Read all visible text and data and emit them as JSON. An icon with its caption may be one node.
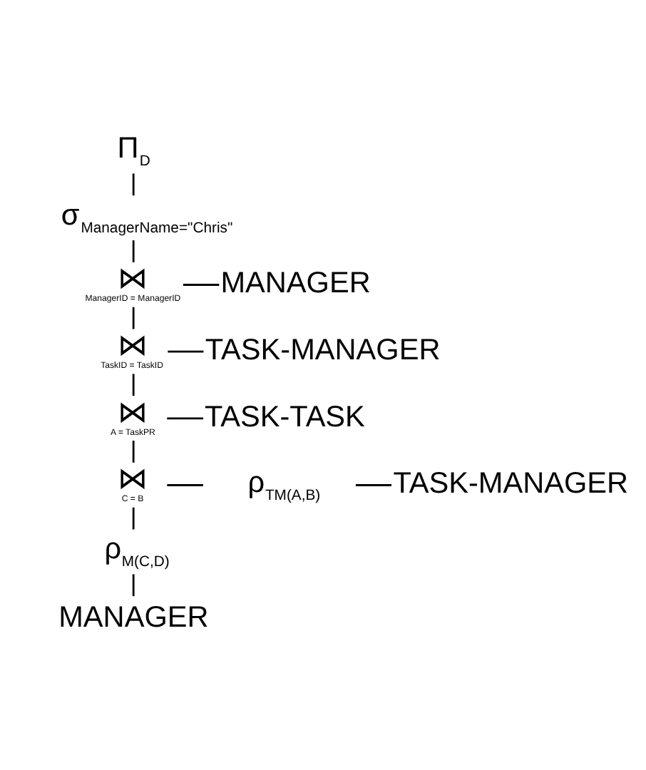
{
  "diagram": {
    "nodes": [
      {
        "text": [
          "Π$_{D}$"
        ]
      },
      {
        "text": [
          "σ$_{ManagerName=\"Chris\"}$"
        ]
      },
      {
        "text": [
          "⋈",
          "ManagerID = ManagerID"
        ]
      },
      {
        "text": [
          "MANAGER"
        ]
      },
      {
        "text": [
          "⋈",
          "TaskID = TaskID"
        ]
      },
      {
        "text": [
          "TASK-MANAGER"
        ]
      },
      {
        "text": [
          "⋈",
          "A = TaskPR"
        ]
      },
      {
        "text": [
          "TASK-TASK"
        ]
      },
      {
        "text": [
          "⋈",
          "C = B"
        ]
      },
      {
        "text": [
          "ρ$_{TM(A,B)}$"
        ]
      },
      {
        "text": [
          "TASK-MANAGER"
        ]
      },
      {
        "text": [
          "ρ$_{M(C,D)}$"
        ]
      },
      {
        "text": [
          "MANAGER"
        ]
      }
    ],
    "edges": [
      {
        "from": 0,
        "to": 1,
        "arrow": "none"
      },
      {
        "from": 1,
        "to": 2,
        "arrow": "none"
      },
      {
        "from": 2,
        "to": 3,
        "arrow": "none"
      },
      {
        "from": 2,
        "to": 4,
        "arrow": "none"
      },
      {
        "from": 4,
        "to": 5,
        "arrow": "none"
      },
      {
        "from": 4,
        "to": 6,
        "arrow": "none"
      },
      {
        "from": 6,
        "to": 7,
        "arrow": "none"
      },
      {
        "from": 6,
        "to": 8,
        "arrow": "none"
      },
      {
        "from": 8,
        "to": 9,
        "arrow": "none"
      },
      {
        "from": 9,
        "to": 10,
        "arrow": "none"
      },
      {
        "from": 8,
        "to": 11,
        "arrow": "none"
      },
      {
        "from": 11,
        "to": 12,
        "arrow": "none"
      }
    ]
  }
}
